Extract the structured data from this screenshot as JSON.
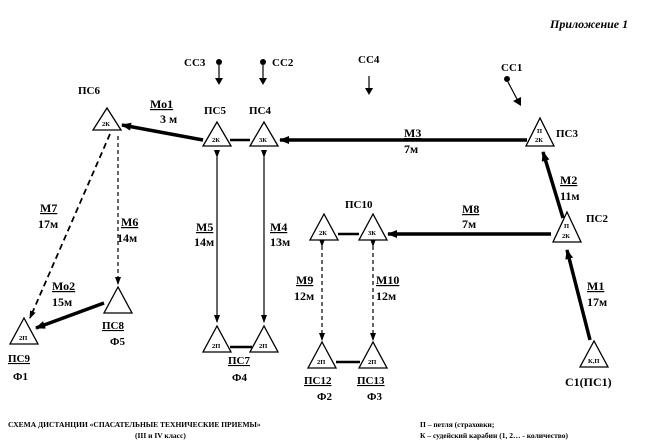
{
  "appendix": "Приложение 1",
  "signals": {
    "cc1": "СС1",
    "cc2": "СС2",
    "cc3": "СС3",
    "cc4": "СС4"
  },
  "nodes": {
    "ps1": {
      "name": "С1(ПС1)",
      "mark": "К,П"
    },
    "ps2": {
      "name": "ПС2",
      "mark_top": "П",
      "mark_bottom": "2К"
    },
    "ps3": {
      "name": "ПС3",
      "mark_top": "П",
      "mark_bottom": "2К"
    },
    "ps4": {
      "name": "ПС4",
      "mark": "3К"
    },
    "ps5": {
      "name": "ПС5",
      "mark": "2К"
    },
    "ps6": {
      "name": "ПС6",
      "mark": "2К"
    },
    "ps7": {
      "name": "ПС7",
      "phase": "Ф4",
      "mark_left": "2П",
      "mark_right": "2П"
    },
    "ps8": {
      "name": "ПС8",
      "phase": "Ф5",
      "mark": ""
    },
    "ps9": {
      "name": "ПС9",
      "phase": "Ф1",
      "mark": "2П"
    },
    "ps10": {
      "name": "ПС10",
      "mark_left": "2К",
      "mark_right": "3К"
    },
    "ps12": {
      "name": "ПС12",
      "phase": "Ф2",
      "mark": "2П"
    },
    "ps13": {
      "name": "ПС13",
      "phase": "Ф3",
      "mark": "2П"
    }
  },
  "stages": {
    "m1": {
      "name": "М1",
      "dist": "17м"
    },
    "m2": {
      "name": "М2",
      "dist": "11м"
    },
    "m3": {
      "name": "М3",
      "dist": "7м"
    },
    "m4": {
      "name": "М4",
      "dist": "13м"
    },
    "m5": {
      "name": "М5",
      "dist": "14м"
    },
    "m6": {
      "name": "М6",
      "dist": "14м"
    },
    "m7": {
      "name": "М7",
      "dist": "17м"
    },
    "m8": {
      "name": "М8",
      "dist": "7м"
    },
    "m9": {
      "name": "М9",
      "dist": "12м"
    },
    "m10": {
      "name": "М10",
      "dist": "12м"
    },
    "mo1": {
      "name": "Мо1",
      "dist": "3 м"
    },
    "mo2": {
      "name": "Мо2",
      "dist": "15м"
    }
  },
  "footer": {
    "title_line1": "СХЕМА ДИСТАНЦИИ «СПАСАТЕЛЬНЫЕ ТЕХНИЧЕСКИЕ ПРИЕМЫ»",
    "title_line2": "(III и IV класс)",
    "legend_line1": "П – петля (страховки;",
    "legend_line2": "К – судейский карабин (1, 2… - количество)"
  }
}
